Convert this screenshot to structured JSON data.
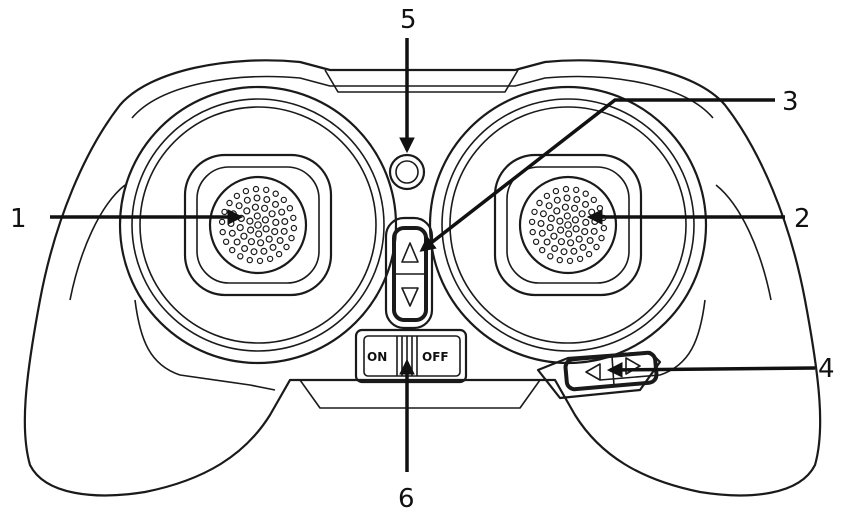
{
  "callouts": [
    {
      "id": "1",
      "label": "1"
    },
    {
      "id": "2",
      "label": "2"
    },
    {
      "id": "3",
      "label": "3"
    },
    {
      "id": "4",
      "label": "4"
    },
    {
      "id": "5",
      "label": "5"
    },
    {
      "id": "6",
      "label": "6"
    }
  ],
  "power_switch": {
    "on_label": "ON",
    "off_label": "OFF"
  },
  "colors": {
    "stroke": "#1a1a1a",
    "background": "#ffffff"
  }
}
